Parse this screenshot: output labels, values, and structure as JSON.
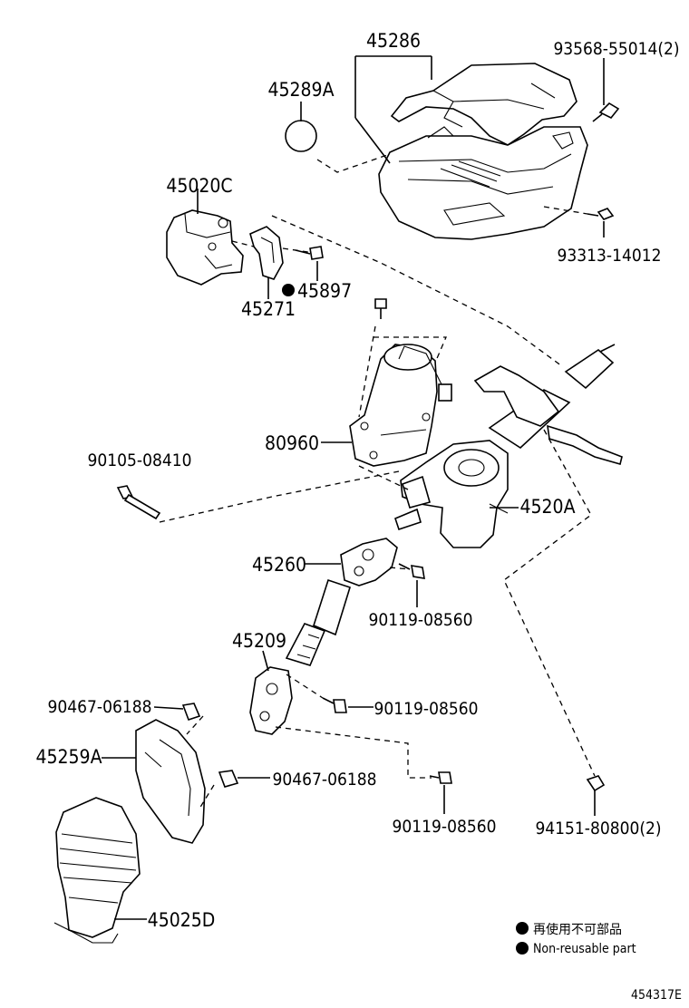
{
  "parts": {
    "p45286": "45286",
    "p45289A": "45289A",
    "p93568": "93568-55014(2)",
    "p93313": "93313-14012",
    "p45020C": "45020C",
    "p45897": "45897",
    "p45271": "45271",
    "p80960": "80960",
    "p90105": "90105-08410",
    "p4520A": "4520A",
    "p45260": "45260",
    "p90119a": "90119-08560",
    "p45209": "45209",
    "p90467a": "90467-06188",
    "p90119b": "90119-08560",
    "p45259A": "45259A",
    "p90467b": "90467-06188",
    "p90119c": "90119-08560",
    "p94151": "94151-80800(2)",
    "p45025D": "45025D"
  },
  "legend": {
    "japanese": "再使用不可部品",
    "english": "Non-reusable part"
  },
  "diagram_code": "454317E"
}
